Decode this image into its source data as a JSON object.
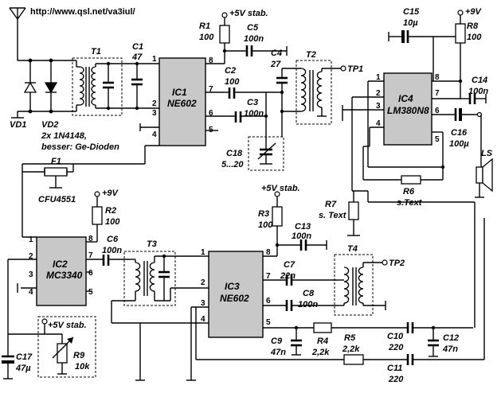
{
  "url": "http://www.qsl.net/va3iul/",
  "rails": {
    "stab": "+5V stab.",
    "plus9v": "+9V"
  },
  "components": {
    "R1": {
      "name": "R1",
      "value": "100"
    },
    "R2": {
      "name": "R2",
      "value": "100"
    },
    "R3": {
      "name": "R3",
      "value": "100"
    },
    "R4": {
      "name": "R4",
      "value": "2,2k"
    },
    "R5": {
      "name": "R5",
      "value": "2,2k"
    },
    "R6": {
      "name": "R6",
      "value": "s.Text"
    },
    "R7": {
      "name": "R7",
      "value": "s. Text"
    },
    "R8": {
      "name": "R8",
      "value": "100"
    },
    "R9": {
      "name": "R9",
      "value": "10k"
    },
    "C1": {
      "name": "C1",
      "value": "47"
    },
    "C2": {
      "name": "C2",
      "value": "100"
    },
    "C3": {
      "name": "C3",
      "value": "100n"
    },
    "C4": {
      "name": "C4",
      "value": "27"
    },
    "C5": {
      "name": "C5",
      "value": "100n"
    },
    "C6": {
      "name": "C6",
      "value": "100n"
    },
    "C7": {
      "name": "C7",
      "value": "22n"
    },
    "C8": {
      "name": "C8",
      "value": "100n"
    },
    "C9": {
      "name": "C9",
      "value": "47n"
    },
    "C10": {
      "name": "C10",
      "value": "220"
    },
    "C11": {
      "name": "C11",
      "value": "220"
    },
    "C12": {
      "name": "C12",
      "value": "47n"
    },
    "C13": {
      "name": "C13",
      "value": "100n"
    },
    "C14": {
      "name": "C14",
      "value": "100n"
    },
    "C15": {
      "name": "C15",
      "value": "10µ"
    },
    "C16": {
      "name": "C16",
      "value": "100µ"
    },
    "C17": {
      "name": "C17",
      "value": "47µ"
    },
    "C18": {
      "name": "C18",
      "value": "5...20"
    },
    "T1": {
      "name": "T1"
    },
    "T2": {
      "name": "T2"
    },
    "T3": {
      "name": "T3"
    },
    "T4": {
      "name": "T4"
    },
    "F1": {
      "name": "F1",
      "value": "CFU4551"
    },
    "VD1": {
      "name": "VD1"
    },
    "VD2": {
      "name": "VD2"
    },
    "LS": {
      "name": "LS"
    },
    "TP1": {
      "name": "TP1"
    },
    "TP2": {
      "name": "TP2"
    }
  },
  "diode_note": {
    "line1": "2x 1N4148,",
    "line2": "besser: Ge-Dioden"
  },
  "ics": {
    "IC1": {
      "name": "IC1",
      "part": "NE602",
      "pins": [
        "1",
        "2",
        "3",
        "4",
        "5",
        "6",
        "7",
        "8"
      ]
    },
    "IC2": {
      "name": "IC2",
      "part": "MC3340",
      "pins": [
        "1",
        "2",
        "3",
        "4",
        "5",
        "6",
        "7",
        "8"
      ]
    },
    "IC3": {
      "name": "IC3",
      "part": "NE602",
      "pins": [
        "1",
        "2",
        "3",
        "4",
        "5",
        "6",
        "7",
        "8"
      ]
    },
    "IC4": {
      "name": "IC4",
      "part": "LM380N8",
      "pins": [
        "1",
        "2",
        "3",
        "4",
        "5",
        "6",
        "7",
        "8"
      ]
    }
  }
}
